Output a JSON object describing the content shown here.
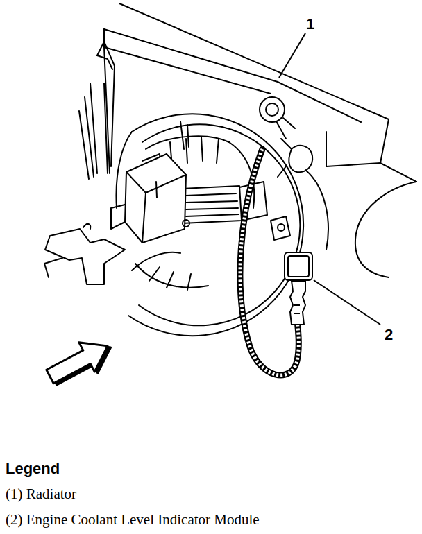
{
  "diagram": {
    "labels": [
      "1",
      "2",
      "Legend"
    ],
    "legend": [
      {
        "text": "(1) Radiator"
      },
      {
        "text": "(2) Engine Coolant Level Indicator Module"
      }
    ]
  }
}
